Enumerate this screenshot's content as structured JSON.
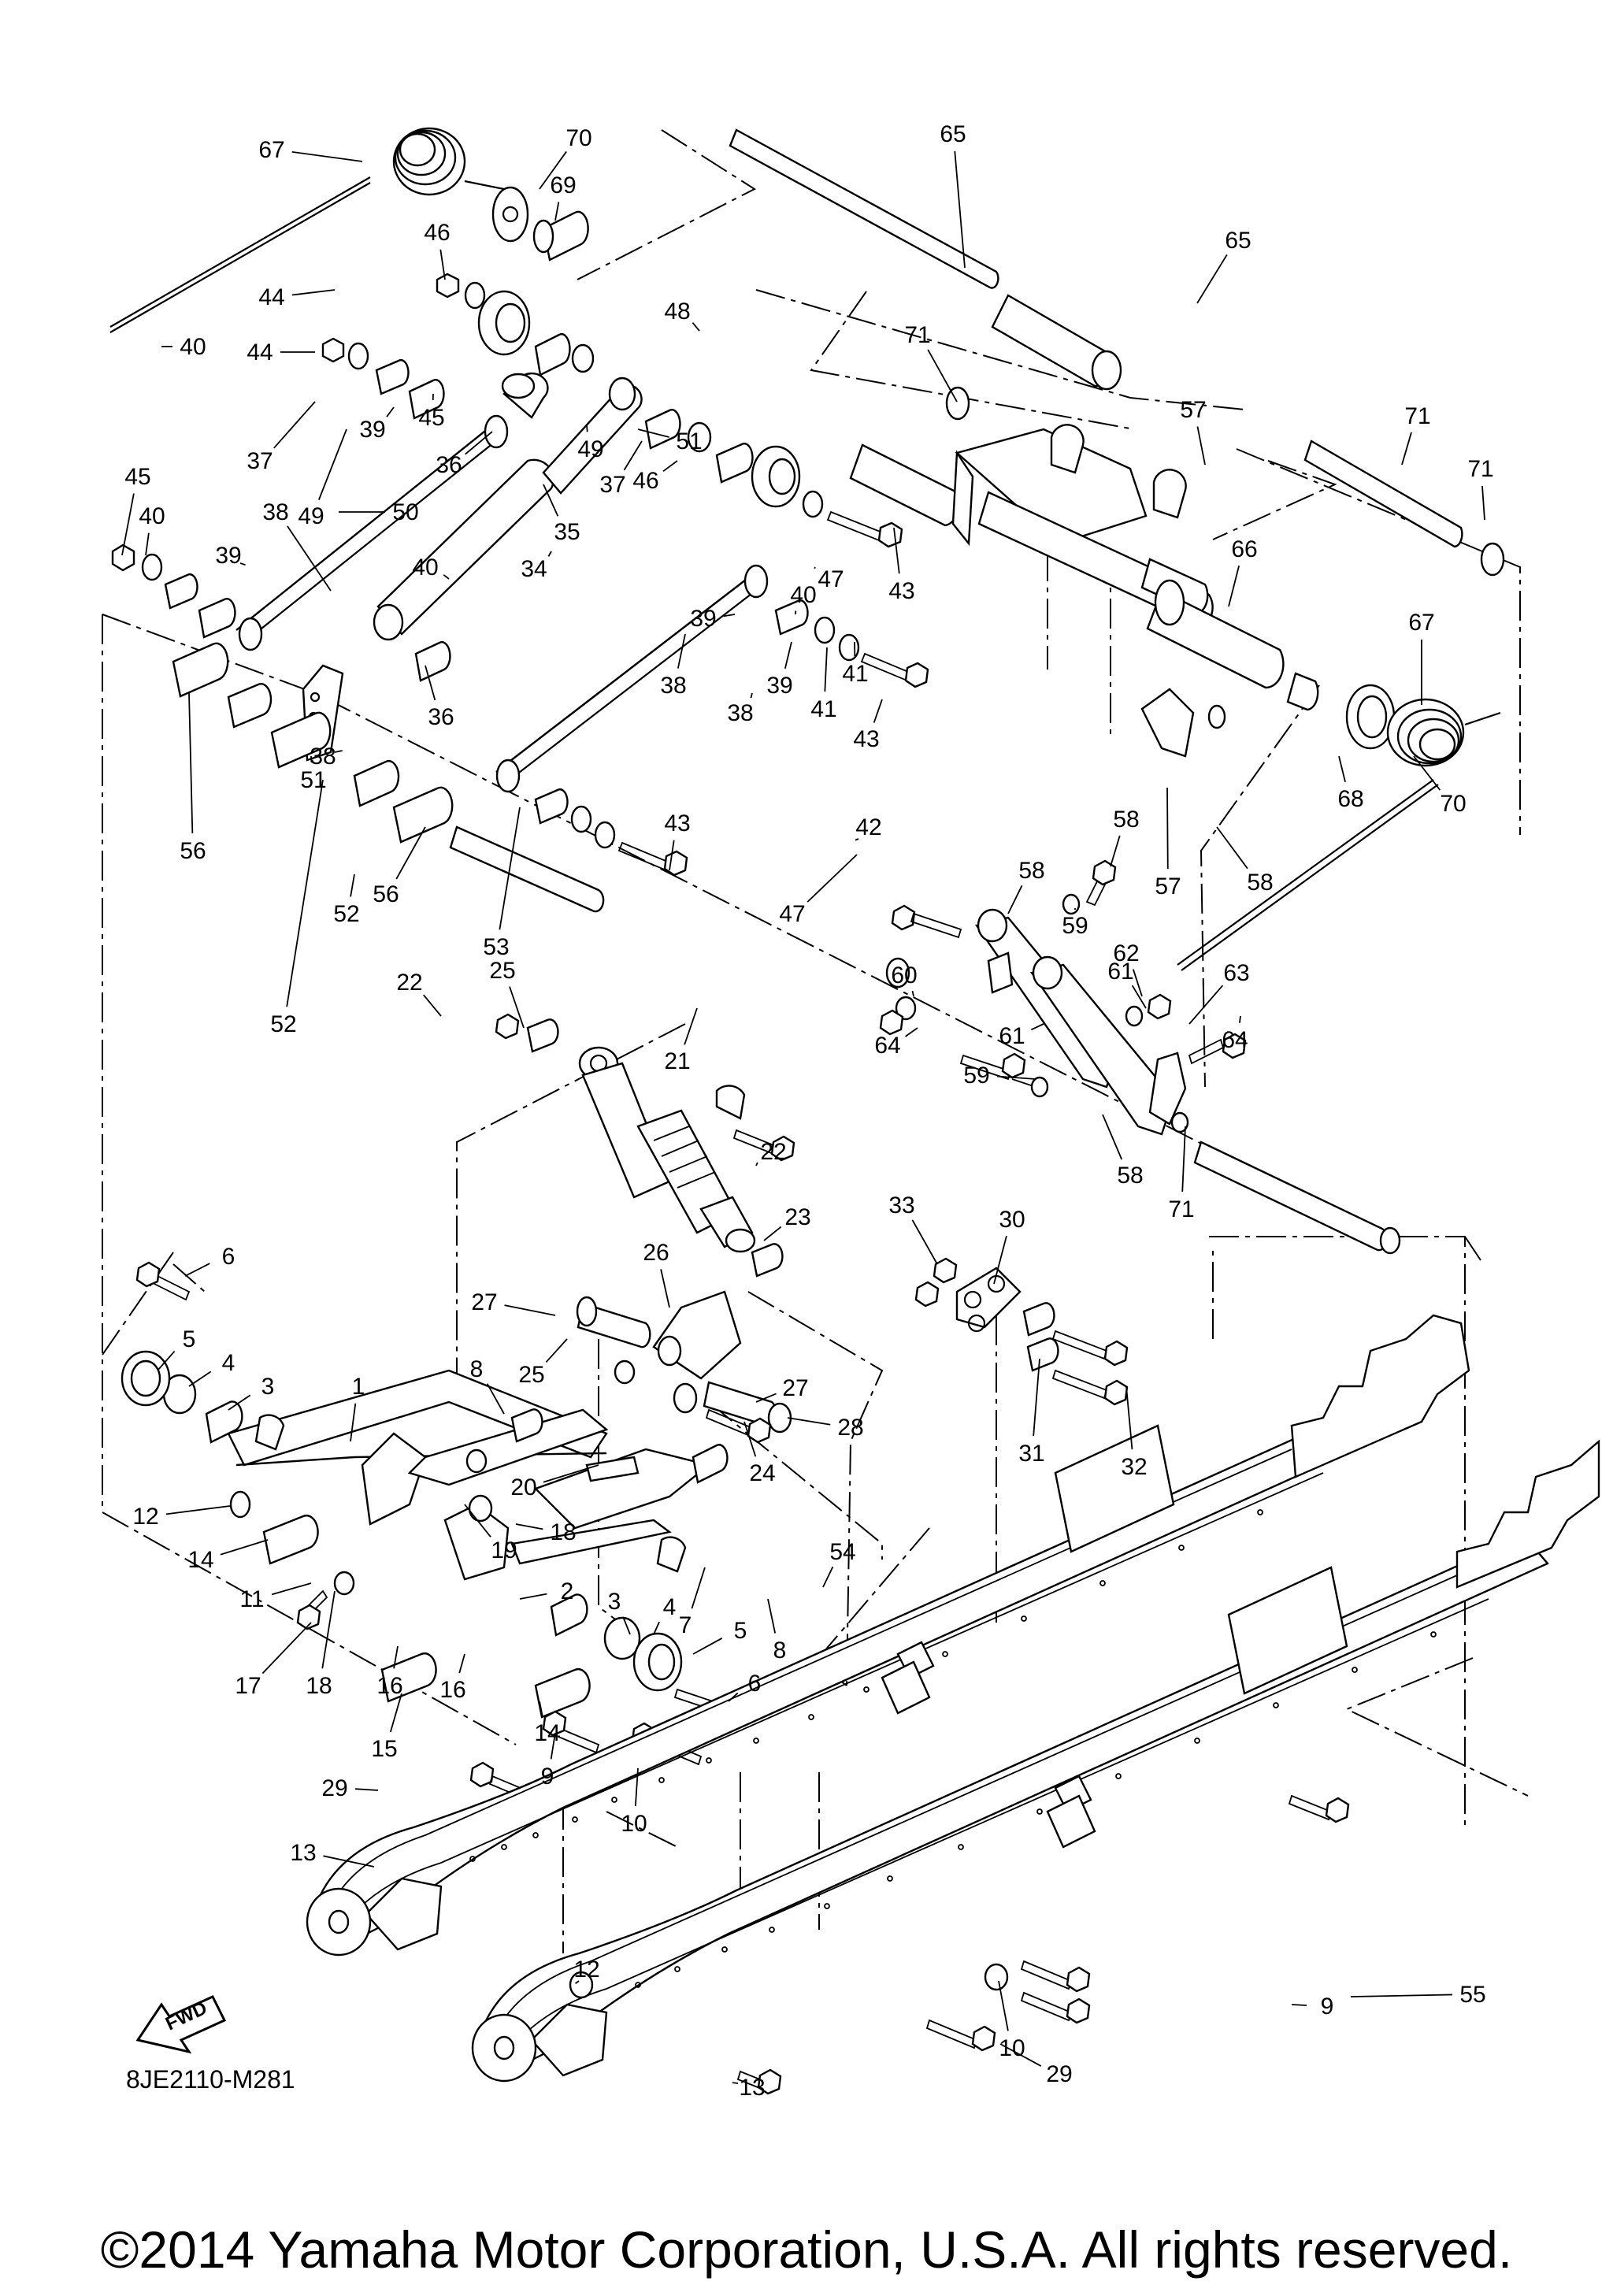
{
  "diagram": {
    "drawing_code": "8JE2110-M281",
    "fwd_label": "FWD",
    "copyright": "©2014 Yamaha Motor Corporation, U.S.A. All rights reserved.",
    "callouts": [
      "1",
      "2",
      "3",
      "3",
      "4",
      "4",
      "5",
      "5",
      "6",
      "6",
      "7",
      "8",
      "8",
      "9",
      "9",
      "10",
      "10",
      "11",
      "12",
      "12",
      "13",
      "13",
      "14",
      "14",
      "15",
      "16",
      "16",
      "17",
      "18",
      "18",
      "19",
      "20",
      "21",
      "22",
      "22",
      "23",
      "24",
      "25",
      "25",
      "26",
      "27",
      "27",
      "28",
      "29",
      "29",
      "30",
      "31",
      "32",
      "33",
      "34",
      "35",
      "36",
      "36",
      "37",
      "37",
      "38",
      "38",
      "38",
      "38",
      "39",
      "39",
      "39",
      "39",
      "40",
      "40",
      "40",
      "40",
      "41",
      "41",
      "42",
      "43",
      "43",
      "43",
      "44",
      "44",
      "45",
      "45",
      "46",
      "46",
      "47",
      "47",
      "48",
      "49",
      "49",
      "50",
      "51",
      "51",
      "52",
      "52",
      "53",
      "54",
      "55",
      "56",
      "56",
      "57",
      "57",
      "58",
      "58",
      "58",
      "58",
      "59",
      "59",
      "60",
      "61",
      "61",
      "62",
      "63",
      "64",
      "64",
      "65",
      "65",
      "66",
      "67",
      "67",
      "68",
      "69",
      "70",
      "70",
      "71",
      "71",
      "71",
      "71"
    ]
  }
}
